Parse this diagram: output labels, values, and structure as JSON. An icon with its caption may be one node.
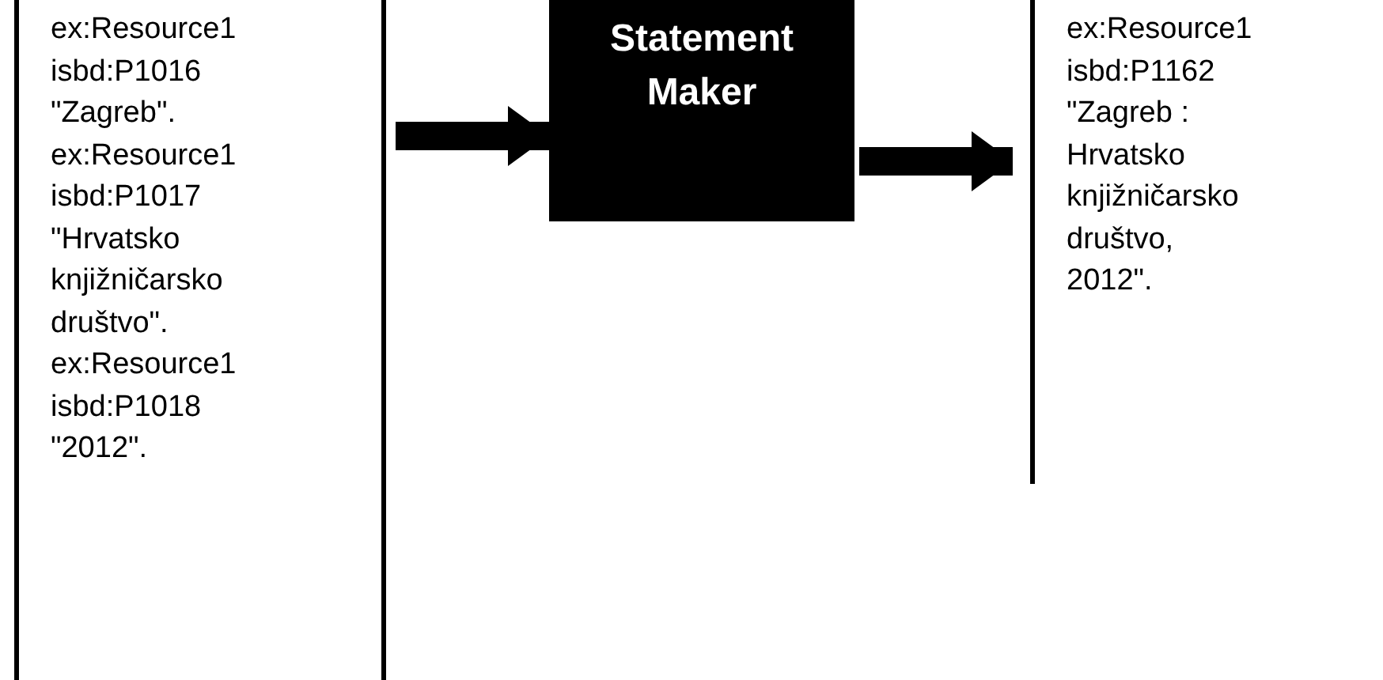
{
  "diagram": {
    "nodes": [
      {
        "text": [
          "ex:Resource1 isbd:P1016 \"Zagreb\". ex:Resource1 isbd:P1017 \"Hrvatsko knjižničarsko društvo\". ex:Resource1 isbd:P1018 \"2012\"."
        ]
      },
      {
        "text": [
          "Statement Maker"
        ]
      },
      {
        "text": [
          "ex:Resource1 isbd:P1162 \"Zagreb : Hrvatsko knjižničarsko društvo, 2012\"."
        ]
      }
    ],
    "edges": [
      {
        "from": 0,
        "to": 1,
        "arrow": "to"
      },
      {
        "from": 1,
        "to": 2,
        "arrow": "to"
      }
    ]
  }
}
